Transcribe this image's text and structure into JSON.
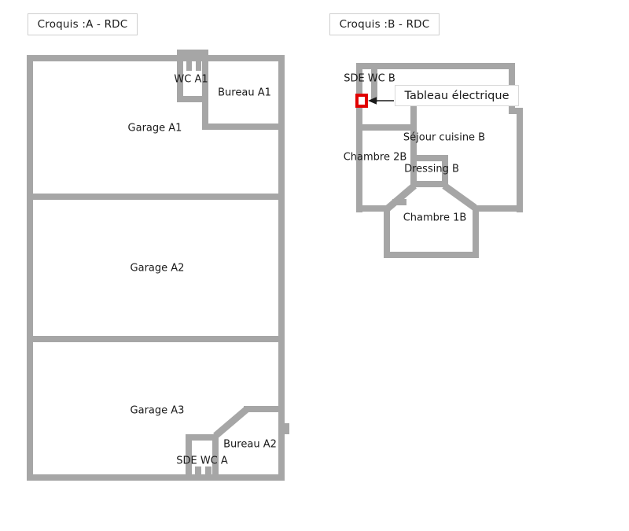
{
  "page": {
    "background": "#ffffff"
  },
  "colors": {
    "wall_gray": "#a6a6a6",
    "text": "#1a1a1a",
    "title_box_border": "#cfcfcf",
    "callout_box_border": "#d9d9d9",
    "electrical_marker_red": "#e00000",
    "arrow_black": "#1a1a1a"
  },
  "croquis_a": {
    "title": "Croquis :A - RDC",
    "rooms": [
      {
        "id": "wc-a1",
        "label": "WC A1"
      },
      {
        "id": "bureau-a1",
        "label": "Bureau A1"
      },
      {
        "id": "garage-a1",
        "label": "Garage A1"
      },
      {
        "id": "garage-a2",
        "label": "Garage A2"
      },
      {
        "id": "garage-a3",
        "label": "Garage A3"
      },
      {
        "id": "bureau-a2",
        "label": "Bureau A2"
      },
      {
        "id": "sde-wc-a",
        "label": "SDE WC A"
      }
    ]
  },
  "croquis_b": {
    "title": "Croquis :B - RDC",
    "rooms": [
      {
        "id": "sde-wc-b",
        "label": "SDE WC B"
      },
      {
        "id": "sejour-cuisine-b",
        "label": "Séjour cuisine B"
      },
      {
        "id": "chambre-2b",
        "label": "Chambre 2B"
      },
      {
        "id": "dressing-b",
        "label": "Dressing B"
      },
      {
        "id": "chambre-1b",
        "label": "Chambre 1B"
      }
    ],
    "annotation": {
      "label": "Tableau électrique"
    }
  }
}
